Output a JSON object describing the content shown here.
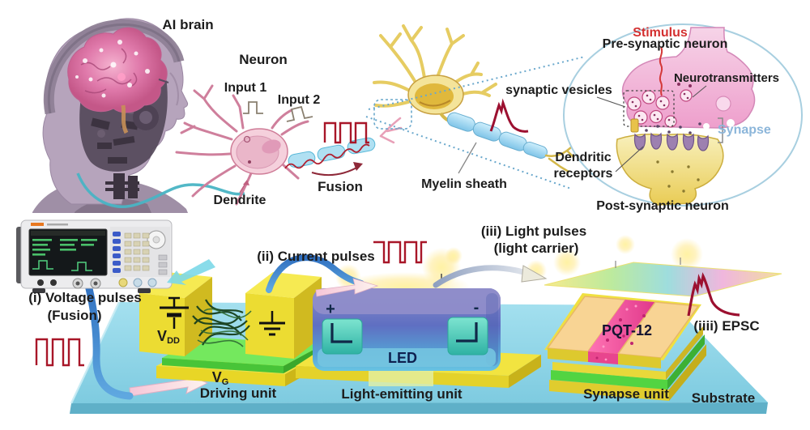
{
  "figure": {
    "top": {
      "ai_brain": "AI brain",
      "neuron": "Neuron",
      "input1": "Input 1",
      "input2": "Input 2",
      "dendrite": "Dendrite",
      "fusion": "Fusion",
      "myelin_sheath": "Myelin sheath",
      "synaptic_vesicles": "synaptic vesicles",
      "stimulus": "Stimulus",
      "pre_synaptic_neuron": "Pre-synaptic neuron",
      "neurotransmitters": "Neurotransmitters",
      "synapse": "Synapse",
      "dendritic_line1": "Dendritic",
      "dendritic_line2": "receptors",
      "post_synaptic_neuron": "Post-synaptic neuron"
    },
    "bottom": {
      "voltage_pulses_line1": "(i) Voltage pulses",
      "voltage_pulses_line2": "(Fusion)",
      "current_pulses": "(ii) Current pulses",
      "light_pulses_line1": "(iii) Light pulses",
      "light_pulses_line2": "(light carrier)",
      "epsc": "(iiii) EPSC",
      "vdd_base": "V",
      "vdd_sub": "DD",
      "vg_base": "V",
      "vg_sub": "G",
      "plus": "+",
      "minus": "-",
      "led": "LED",
      "pqt12": "PQT-12",
      "driving_unit": "Driving unit",
      "light_emitting_unit": "Light-emitting unit",
      "synapse_unit": "Synapse unit",
      "substrate": "Substrate"
    },
    "colors": {
      "pulse_red": "#a81628",
      "stimulus_red": "#d43030",
      "synapse_blue": "#8cb6da",
      "substrate_teal": "#90d4e6",
      "electrode_yellow": "#f0e03a",
      "gate_green": "#5cd94a",
      "led_purple": "#8d8bc8",
      "led_cyan": "#62b8d8",
      "pad_teal": "#4fd8c4",
      "pqt_pink": "#ef4f9a",
      "electrode_orange": "#f6cf92"
    }
  }
}
